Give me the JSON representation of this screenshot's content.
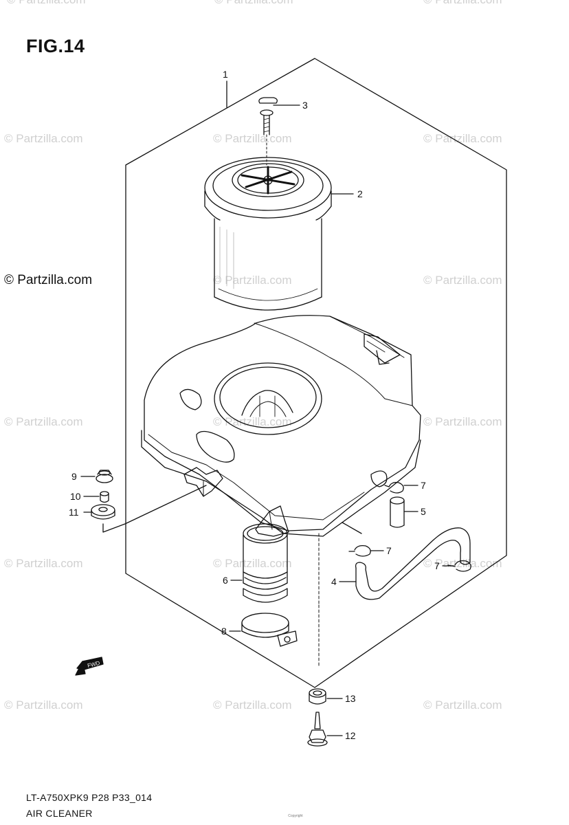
{
  "figure": {
    "title": "FIG.14"
  },
  "watermark": {
    "text": "© Partzilla.com"
  },
  "callouts": [
    {
      "id": "c1",
      "label": "1"
    },
    {
      "id": "c2",
      "label": "2"
    },
    {
      "id": "c3",
      "label": "3"
    },
    {
      "id": "c4",
      "label": "4"
    },
    {
      "id": "c5",
      "label": "5"
    },
    {
      "id": "c6",
      "label": "6"
    },
    {
      "id": "c7a",
      "label": "7"
    },
    {
      "id": "c7b",
      "label": "7"
    },
    {
      "id": "c7c",
      "label": "7"
    },
    {
      "id": "c8",
      "label": "8"
    },
    {
      "id": "c9",
      "label": "9"
    },
    {
      "id": "c10",
      "label": "10"
    },
    {
      "id": "c11",
      "label": "11"
    },
    {
      "id": "c12",
      "label": "12"
    },
    {
      "id": "c13",
      "label": "13"
    }
  ],
  "fwd_label": "FWD",
  "footer": {
    "model_code": "LT-A750XPK9 P28 P33_014",
    "section_title": "AIR CLEANER",
    "copyright": "Copyright"
  },
  "colors": {
    "line": "#111111",
    "watermark": "#d0d0d0"
  }
}
